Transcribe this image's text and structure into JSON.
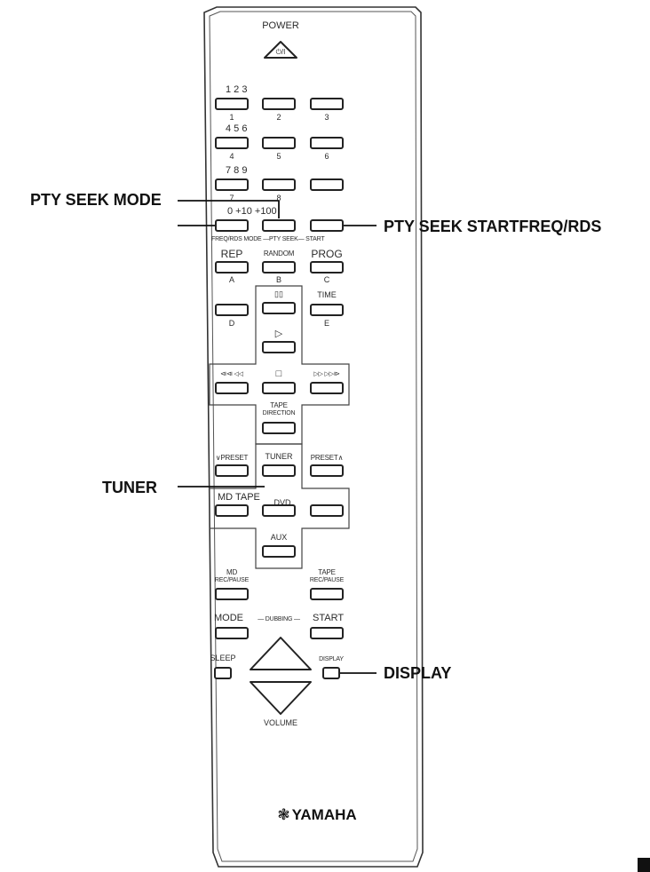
{
  "power": {
    "label": "POWER",
    "symbol": "⏻/I"
  },
  "digits": {
    "row1_top": "1 2 3",
    "row1": [
      "1",
      "2",
      "3"
    ],
    "row2_top": "4 5 6",
    "row2": [
      "4",
      "5",
      "6"
    ],
    "row3_top": "7 8 9",
    "row3": [
      "7",
      "8"
    ],
    "row4_top": "0 +10 +100",
    "row4_bottom": "FREQ/RDS MODE —PTY SEEK— START"
  },
  "play": {
    "rep": "REP",
    "random": "RANDOM",
    "prog": "PROG",
    "a": "A",
    "b": "B",
    "c": "C",
    "pause": "▯▯",
    "time": "TIME",
    "d": "D",
    "e": "E",
    "play_symbol": "▷",
    "stop_symbol": "□",
    "skip_back": "⧏⧏ ◁◁",
    "skip_fwd": "▷▷ ▷▷⧐",
    "tape": "TAPE",
    "direction": "DIRECTION"
  },
  "sources": {
    "preset_down": "∨PRESET",
    "tuner": "TUNER",
    "preset_up": "PRESET∧",
    "md_tape": "MD TAPE",
    "dvd": "DVD",
    "aux": "AUX"
  },
  "recording": {
    "md": "MD",
    "md_rec": "REC/PAUSE",
    "tape": "TAPE",
    "tape_rec": "REC/PAUSE",
    "mode": "MODE",
    "dubbing": "— DUBBING —",
    "start": "START"
  },
  "bottom": {
    "sleep": "SLEEP",
    "display": "DISPLAY",
    "volume": "VOLUME"
  },
  "brand": {
    "mark": "❃",
    "name": "YAMAHA"
  },
  "callouts": {
    "pty_seek_mode": "PTY SEEK MODE",
    "pty_seek_start": "PTY SEEK STARTFREQ/RDS",
    "tuner": "TUNER",
    "display": "DISPLAY"
  }
}
